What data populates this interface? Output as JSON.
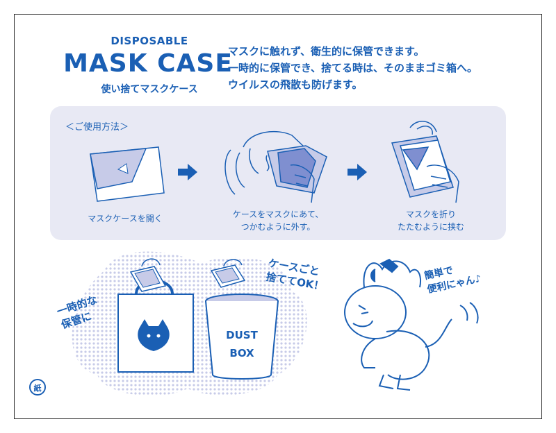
{
  "header": {
    "subtitle_top": "DISPOSABLE",
    "title": "MASK CASE",
    "subtitle_jp": "使い捨てマスクケース"
  },
  "description": {
    "lines": [
      "マスクに触れず、衛生的に保管できます。",
      "一時的に保管でき、捨てる時は、そのままゴミ箱へ。",
      "ウイルスの飛散も防げます。"
    ]
  },
  "howto": {
    "heading": "＜ご使用方法＞",
    "steps": [
      {
        "lines": [
          "マスクケースを開く"
        ]
      },
      {
        "lines": [
          "ケースをマスクにあて、",
          "つかむように外す。"
        ]
      },
      {
        "lines": [
          "マスクを折り",
          "たたむように挟む"
        ]
      }
    ]
  },
  "callouts": {
    "temporary": [
      "一時的な",
      "保管に"
    ],
    "throwaway": [
      "ケースごと",
      "捨ててOK！"
    ],
    "easy": [
      "簡単で",
      "便利にゃん♪"
    ]
  },
  "dustbox": {
    "lines": [
      "DUST",
      "BOX"
    ]
  },
  "recycle_mark": "紙",
  "colors": {
    "primary": "#1a5fb4",
    "panel": "#e8e9f4",
    "light": "#c7cbe8"
  }
}
